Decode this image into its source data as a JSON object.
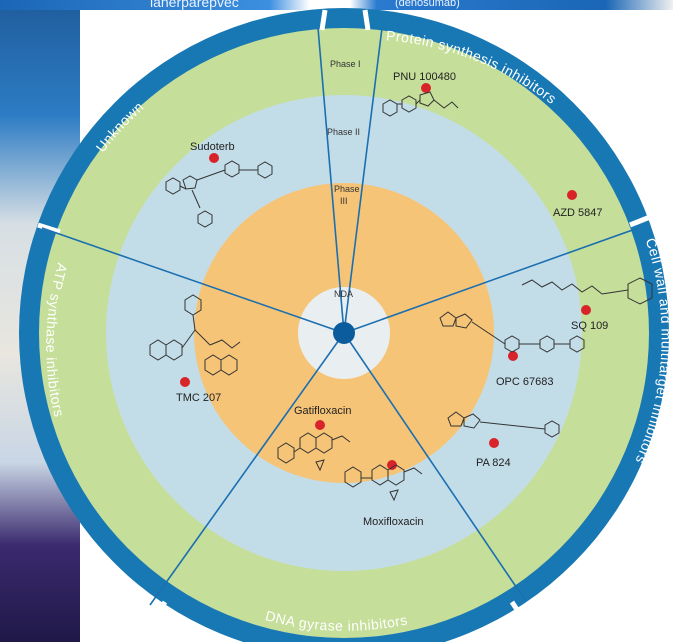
{
  "top_captions": [
    "lanerparepvec",
    "(denosumab)"
  ],
  "segments": [
    {
      "name": "Protein synthesis inhibitors"
    },
    {
      "name": "Cell wall and multitarget inhibitors"
    },
    {
      "name": "DNA gyrase inhibitors"
    },
    {
      "name": "ATP synthase inhibitors"
    },
    {
      "name": "Unknown"
    }
  ],
  "phases": {
    "phase1": "Phase I",
    "phase2": "Phase II",
    "phase3_line1": "Phase",
    "phase3_line2": "III",
    "nda": "NDA"
  },
  "drugs": [
    {
      "name": "PNU 100480"
    },
    {
      "name": "AZD 5847"
    },
    {
      "name": "SQ 109"
    },
    {
      "name": "OPC 67683"
    },
    {
      "name": "PA 824"
    },
    {
      "name": "Gatifloxacin"
    },
    {
      "name": "Moxifloxacin"
    },
    {
      "name": "TMC 207"
    },
    {
      "name": "Sudoterb"
    }
  ],
  "colors": {
    "outer_ring": "#1878b4",
    "phase1": "#c5de9a",
    "phase2": "#c3dde8",
    "phase3": "#f6c477",
    "nda": "#e9eef1",
    "hub": "#0b5c9c",
    "dot": "#d8232a"
  }
}
